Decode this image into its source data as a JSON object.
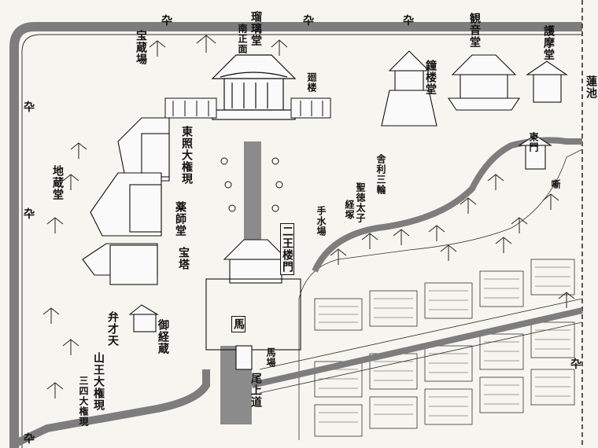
{
  "map": {
    "labels": {
      "ruri_do": "瑠璃堂",
      "minami_shomen": "南正面",
      "houzo_ba": "宝蔵場",
      "kannon_do": "観音堂",
      "goma_do": "護摩堂",
      "shoro_do": "鐘楼堂",
      "kairo": "廻楼",
      "ren_ike": "蓮池",
      "higashi_mon": "東門",
      "toshogu": "東照大権現",
      "hanashi": "噺",
      "jizo_do": "地蔵堂",
      "shari_shushi": "舎利三輪",
      "yakushi_do": "薬師堂",
      "shotoku_taishi": "聖徳太子",
      "kyozuka": "経塚",
      "temizu_ba": "手水場",
      "nio_mon": "二王楼門",
      "houtou": "宝塔",
      "gokyozo": "御経蔵",
      "benzaiten": "弁才天",
      "sanno_gongen": "山王大権現",
      "sanshi_gongen": "三四大権現",
      "ba": "馬",
      "bashotaku": "馬場",
      "onsen_michi": "尾上道",
      "aquarium_marks": "弁才天"
    },
    "compass_glyph": "卆"
  }
}
